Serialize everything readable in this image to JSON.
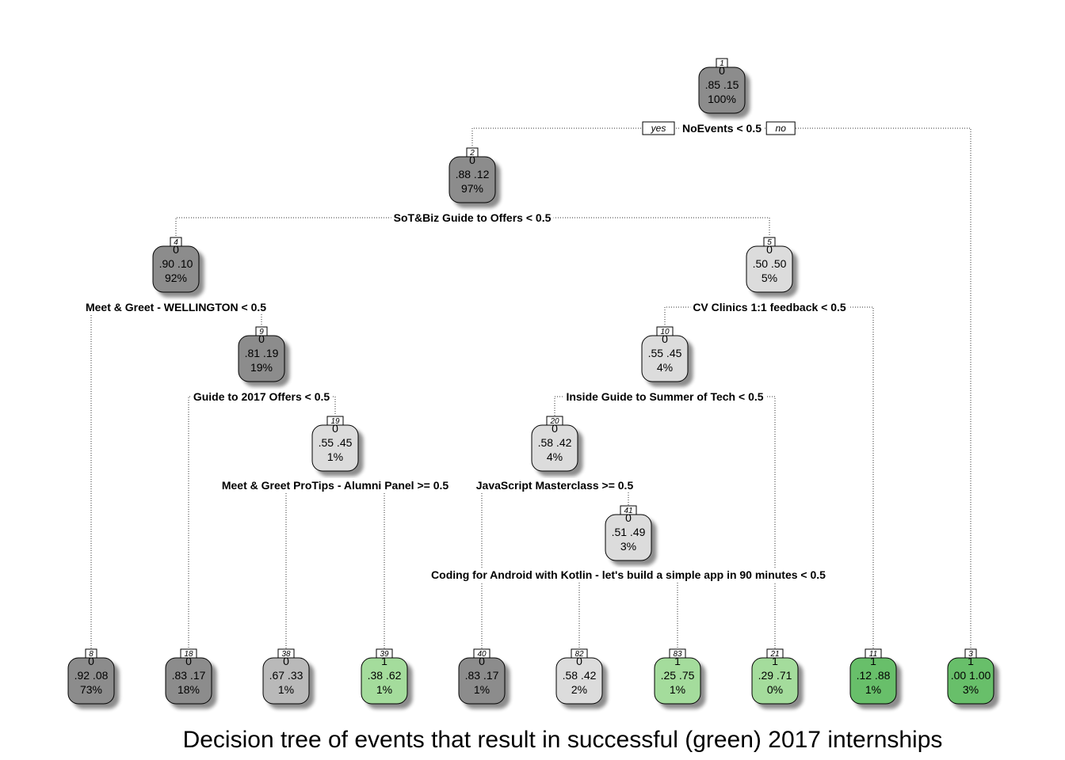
{
  "caption": "Decision tree of events that result in successful (green) 2017 internships",
  "branch_labels": {
    "yes": "yes",
    "no": "no"
  },
  "colors": {
    "class0_strong": "#8c8c8c",
    "class0_medium": "#b9b9b9",
    "class0_light": "#dcdcdc",
    "class1_light": "#a4dc9c",
    "class1_strong": "#68bf6a",
    "edge": "#333333"
  },
  "nodes": [
    {
      "id": "1",
      "parent": null,
      "side": null,
      "cls": "0",
      "probs": ".85  .15",
      "pct": "100%",
      "fill": "class0_strong",
      "split": "NoEvents < 0.5"
    },
    {
      "id": "2",
      "parent": "1",
      "side": "yes",
      "cls": "0",
      "probs": ".88  .12",
      "pct": "97%",
      "fill": "class0_strong",
      "split": "SoT&Biz Guide to Offers < 0.5"
    },
    {
      "id": "3",
      "parent": "1",
      "side": "no",
      "cls": "1",
      "probs": ".00  1.00",
      "pct": "3%",
      "fill": "class1_strong",
      "split": null
    },
    {
      "id": "4",
      "parent": "2",
      "side": "yes",
      "cls": "0",
      "probs": ".90  .10",
      "pct": "92%",
      "fill": "class0_strong",
      "split": "Meet & Greet - WELLINGTON < 0.5"
    },
    {
      "id": "5",
      "parent": "2",
      "side": "no",
      "cls": "0",
      "probs": ".50  .50",
      "pct": "5%",
      "fill": "class0_light",
      "split": "CV Clinics 1:1 feedback < 0.5"
    },
    {
      "id": "8",
      "parent": "4",
      "side": "yes",
      "cls": "0",
      "probs": ".92  .08",
      "pct": "73%",
      "fill": "class0_strong",
      "split": null
    },
    {
      "id": "9",
      "parent": "4",
      "side": "no",
      "cls": "0",
      "probs": ".81  .19",
      "pct": "19%",
      "fill": "class0_strong",
      "split": "Guide to 2017 Offers < 0.5"
    },
    {
      "id": "18",
      "parent": "9",
      "side": "yes",
      "cls": "0",
      "probs": ".83  .17",
      "pct": "18%",
      "fill": "class0_strong",
      "split": null
    },
    {
      "id": "19",
      "parent": "9",
      "side": "no",
      "cls": "0",
      "probs": ".55  .45",
      "pct": "1%",
      "fill": "class0_light",
      "split": "Meet & Greet ProTips - Alumni Panel >= 0.5"
    },
    {
      "id": "38",
      "parent": "19",
      "side": "yes",
      "cls": "0",
      "probs": ".67  .33",
      "pct": "1%",
      "fill": "class0_medium",
      "split": null
    },
    {
      "id": "39",
      "parent": "19",
      "side": "no",
      "cls": "1",
      "probs": ".38  .62",
      "pct": "1%",
      "fill": "class1_light",
      "split": null
    },
    {
      "id": "10",
      "parent": "5",
      "side": "yes",
      "cls": "0",
      "probs": ".55  .45",
      "pct": "4%",
      "fill": "class0_light",
      "split": "Inside Guide to Summer of Tech < 0.5"
    },
    {
      "id": "11",
      "parent": "5",
      "side": "no",
      "cls": "1",
      "probs": ".12  .88",
      "pct": "1%",
      "fill": "class1_strong",
      "split": null
    },
    {
      "id": "20",
      "parent": "10",
      "side": "yes",
      "cls": "0",
      "probs": ".58  .42",
      "pct": "4%",
      "fill": "class0_light",
      "split": "JavaScript Masterclass >= 0.5"
    },
    {
      "id": "21",
      "parent": "10",
      "side": "no",
      "cls": "1",
      "probs": ".29  .71",
      "pct": "0%",
      "fill": "class1_light",
      "split": null
    },
    {
      "id": "40",
      "parent": "20",
      "side": "yes",
      "cls": "0",
      "probs": ".83  .17",
      "pct": "1%",
      "fill": "class0_strong",
      "split": null
    },
    {
      "id": "41",
      "parent": "20",
      "side": "no",
      "cls": "0",
      "probs": ".51  .49",
      "pct": "3%",
      "fill": "class0_light",
      "split": "Coding for Android with Kotlin - let's build a simple app in 90 minutes < 0.5"
    },
    {
      "id": "82",
      "parent": "41",
      "side": "yes",
      "cls": "0",
      "probs": ".58  .42",
      "pct": "2%",
      "fill": "class0_light",
      "split": null
    },
    {
      "id": "83",
      "parent": "41",
      "side": "no",
      "cls": "1",
      "probs": ".25  .75",
      "pct": "1%",
      "fill": "class1_light",
      "split": null
    }
  ]
}
